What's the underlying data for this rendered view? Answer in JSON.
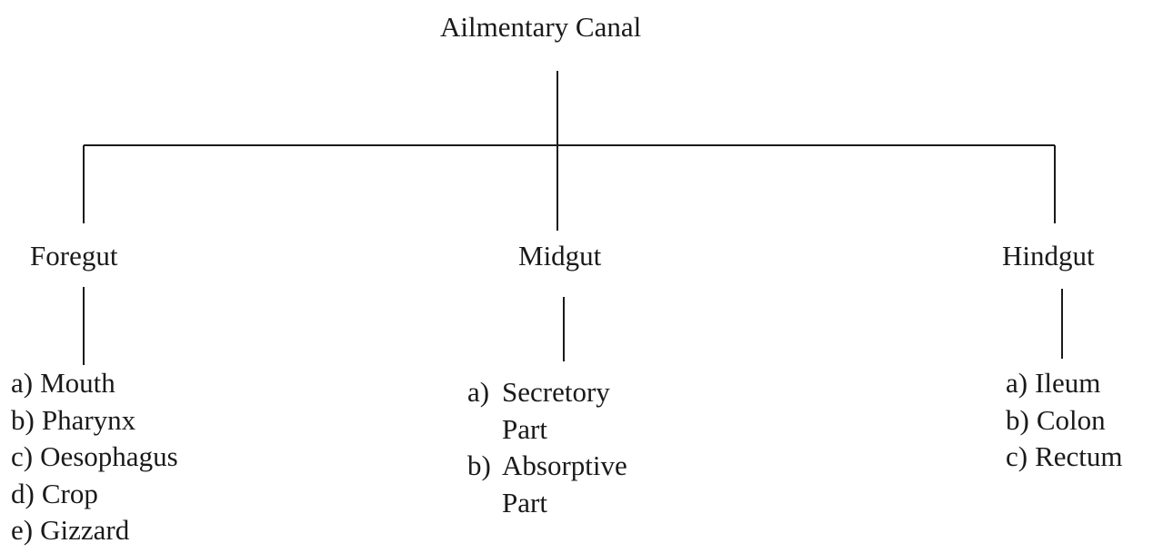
{
  "diagram": {
    "root": "Ailmentary Canal",
    "branches": [
      {
        "label": "Foregut",
        "items": [
          {
            "marker": "a)",
            "text": "Mouth"
          },
          {
            "marker": "b)",
            "text": "Pharynx"
          },
          {
            "marker": "c)",
            "text": "Oesophagus"
          },
          {
            "marker": "d)",
            "text": "Crop"
          },
          {
            "marker": "e)",
            "text": "Gizzard"
          }
        ]
      },
      {
        "label": "Midgut",
        "items": [
          {
            "marker": "a)",
            "text": "Secretory\nPart"
          },
          {
            "marker": "b)",
            "text": "Absorptive\nPart"
          }
        ]
      },
      {
        "label": "Hindgut",
        "items": [
          {
            "marker": "a)",
            "text": "Ileum"
          },
          {
            "marker": "b)",
            "text": "Colon"
          },
          {
            "marker": "c)",
            "text": "Rectum"
          }
        ]
      }
    ]
  }
}
